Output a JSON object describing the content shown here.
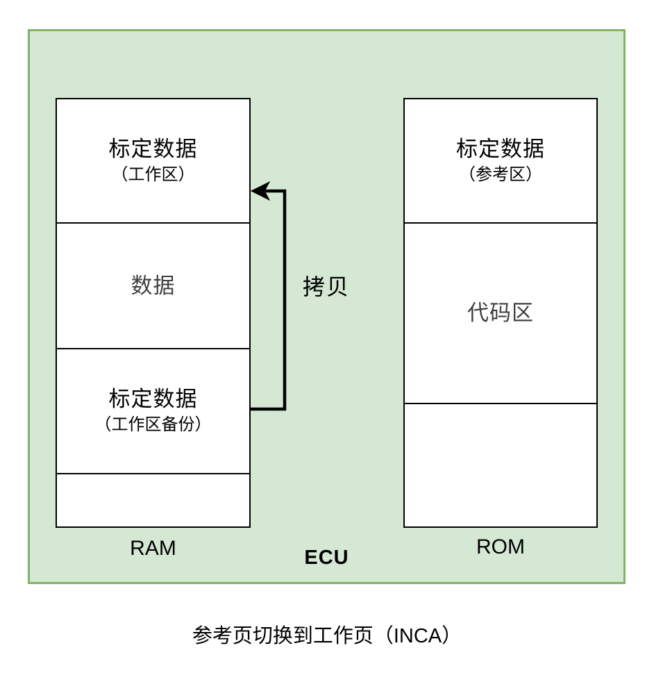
{
  "diagram": {
    "panel_label": "ECU",
    "ram": {
      "label": "RAM",
      "sections": [
        {
          "line1": "标定数据",
          "line2": "（工作区）"
        },
        {
          "line1": "数据",
          "line2": ""
        },
        {
          "line1": "标定数据",
          "line2": "（工作区备份）"
        },
        {
          "line1": "",
          "line2": ""
        }
      ]
    },
    "rom": {
      "label": "ROM",
      "sections": [
        {
          "line1": "标定数据",
          "line2": "（参考区）"
        },
        {
          "line1": "代码区",
          "line2": ""
        },
        {
          "line1": "",
          "line2": ""
        }
      ]
    },
    "arrow": {
      "label": "拷贝",
      "direction": "from-ram-backup-section-to-ram-working-section"
    },
    "caption": "参考页切换到工作页（INCA）",
    "colors": {
      "panel_fill": "#d5e8d4",
      "panel_border": "#82b366",
      "box_border": "#000000",
      "primary_text": "#000000",
      "secondary_text": "#3f3f3f",
      "arrow": "#000000"
    }
  }
}
